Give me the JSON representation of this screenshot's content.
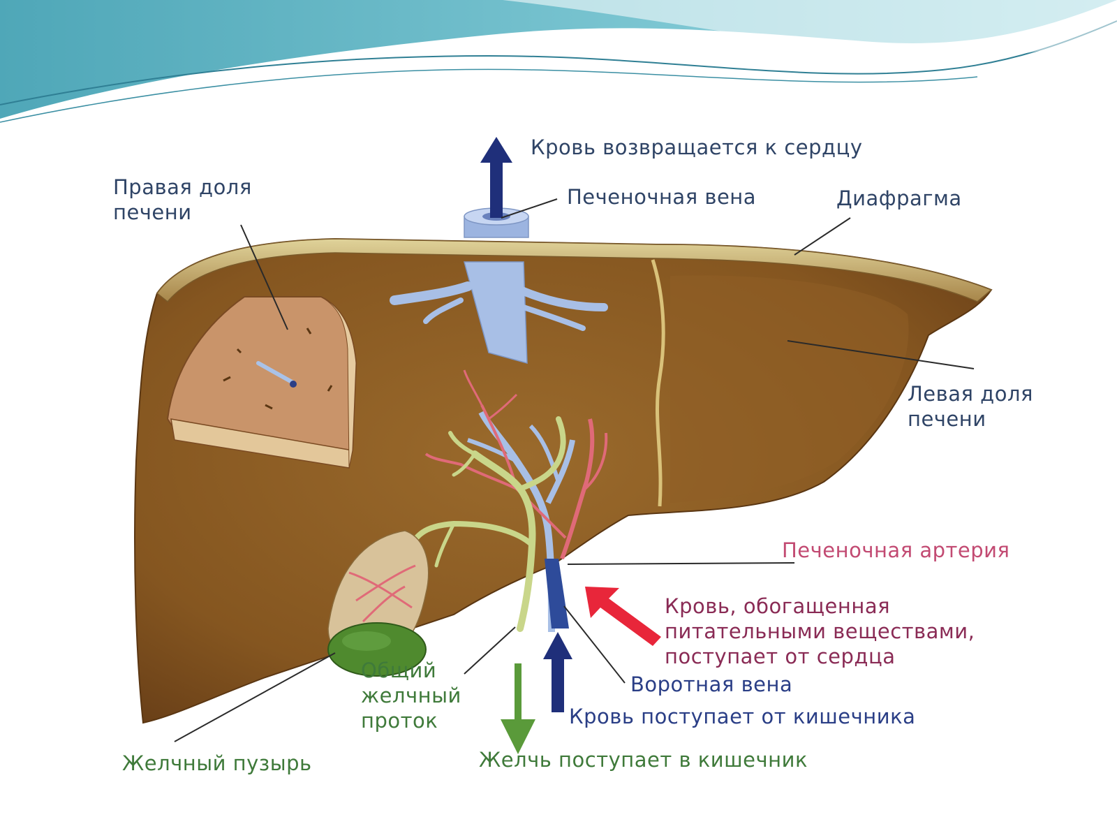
{
  "colors": {
    "banner_teal": "#5fb6c4",
    "liver_brown": "#8a5a22",
    "cut_section": "#c9946a",
    "vein_blue": "#a8bfe6",
    "artery_red": "#e06a78",
    "bile_green": "#b7c87a",
    "gallbladder_green": "#4f8a2e",
    "arrow_navy": "#1f2f7a",
    "arrow_red": "#e8263a",
    "arrow_green": "#5a9a3a"
  },
  "icons": {
    "up_arrow": "blood-to-heart-arrow-icon",
    "red_arrow": "arterial-blood-arrow-icon",
    "blue_arrow": "intestine-blood-arrow-icon",
    "green_arrow": "bile-to-intestine-arrow-icon"
  },
  "labels": {
    "blood_returns": "Кровь возвращается к сердцу",
    "hepatic_vein": "Печеночная вена",
    "diaphragm": "Диафрагма",
    "right_lobe": [
      "Правая доля",
      "печени"
    ],
    "left_lobe": [
      "Левая доля",
      "печени"
    ],
    "hepatic_artery": "Печеночная артерия",
    "enriched_blood": [
      "Кровь, обогащенная",
      "питательными веществами,",
      "поступает от сердца"
    ],
    "portal_vein": "Воротная вена",
    "blood_from_intestine": "Кровь поступает от кишечника",
    "common_bile_duct": [
      "Общий",
      "желчный",
      "проток"
    ],
    "gallbladder": "Желчный пузырь",
    "bile_to_intestine": "Желчь поступает в кишечник"
  }
}
